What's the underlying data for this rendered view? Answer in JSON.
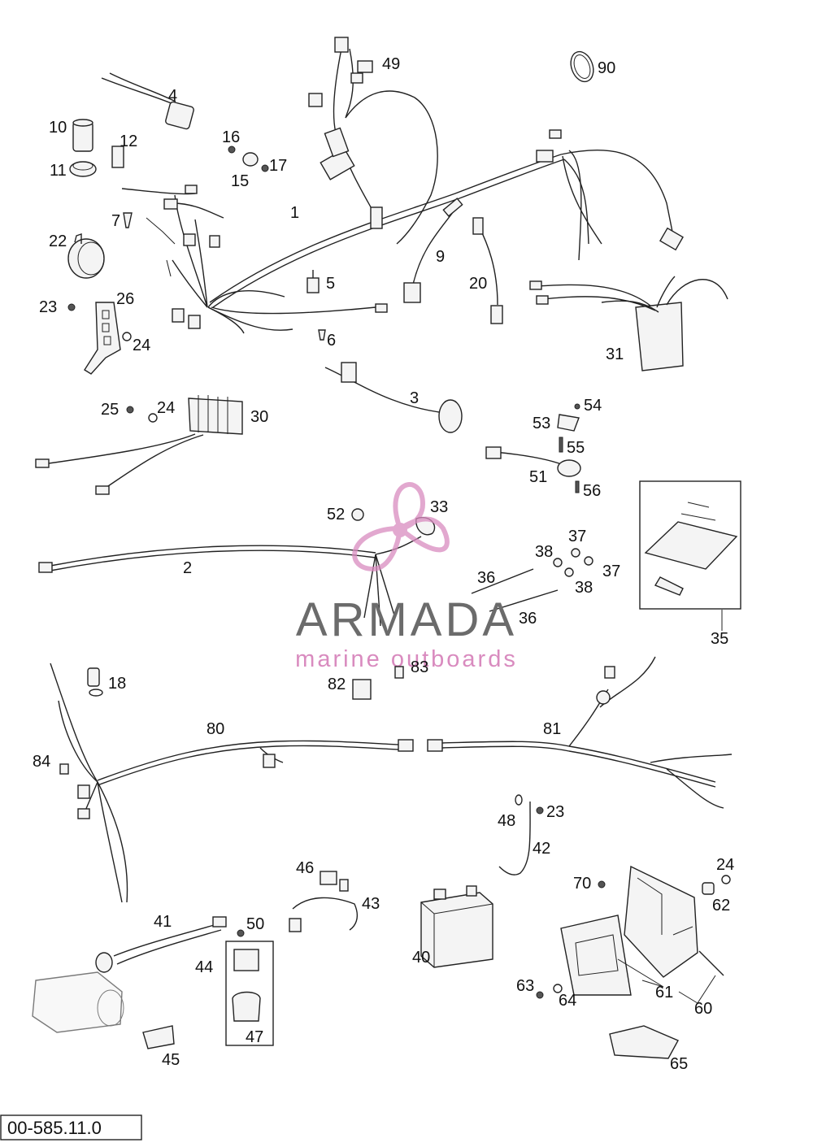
{
  "diagram": {
    "labels": [
      {
        "id": "90",
        "text": "90"
      },
      {
        "id": "49",
        "text": "49"
      },
      {
        "id": "4",
        "text": "4"
      },
      {
        "id": "10",
        "text": "10"
      },
      {
        "id": "12",
        "text": "12"
      },
      {
        "id": "11",
        "text": "11"
      },
      {
        "id": "16",
        "text": "16"
      },
      {
        "id": "17",
        "text": "17"
      },
      {
        "id": "15",
        "text": "15"
      },
      {
        "id": "1",
        "text": "1"
      },
      {
        "id": "7",
        "text": "7"
      },
      {
        "id": "22",
        "text": "22"
      },
      {
        "id": "9",
        "text": "9"
      },
      {
        "id": "20",
        "text": "20"
      },
      {
        "id": "5",
        "text": "5"
      },
      {
        "id": "23a",
        "text": "23"
      },
      {
        "id": "26",
        "text": "26"
      },
      {
        "id": "24a",
        "text": "24"
      },
      {
        "id": "6",
        "text": "6"
      },
      {
        "id": "31",
        "text": "31"
      },
      {
        "id": "3",
        "text": "3"
      },
      {
        "id": "25",
        "text": "25"
      },
      {
        "id": "24b",
        "text": "24"
      },
      {
        "id": "30",
        "text": "30"
      },
      {
        "id": "54",
        "text": "54"
      },
      {
        "id": "53",
        "text": "53"
      },
      {
        "id": "55",
        "text": "55"
      },
      {
        "id": "51",
        "text": "51"
      },
      {
        "id": "56",
        "text": "56"
      },
      {
        "id": "52",
        "text": "52"
      },
      {
        "id": "33",
        "text": "33"
      },
      {
        "id": "37a",
        "text": "37"
      },
      {
        "id": "38a",
        "text": "38"
      },
      {
        "id": "37b",
        "text": "37"
      },
      {
        "id": "38b",
        "text": "38"
      },
      {
        "id": "36a",
        "text": "36"
      },
      {
        "id": "36b",
        "text": "36"
      },
      {
        "id": "2",
        "text": "2"
      },
      {
        "id": "35",
        "text": "35"
      },
      {
        "id": "18",
        "text": "18"
      },
      {
        "id": "83",
        "text": "83"
      },
      {
        "id": "82",
        "text": "82"
      },
      {
        "id": "80",
        "text": "80"
      },
      {
        "id": "81",
        "text": "81"
      },
      {
        "id": "84",
        "text": "84"
      },
      {
        "id": "48",
        "text": "48"
      },
      {
        "id": "23b",
        "text": "23"
      },
      {
        "id": "42",
        "text": "42"
      },
      {
        "id": "24c",
        "text": "24"
      },
      {
        "id": "46",
        "text": "46"
      },
      {
        "id": "43",
        "text": "43"
      },
      {
        "id": "70",
        "text": "70"
      },
      {
        "id": "62",
        "text": "62"
      },
      {
        "id": "41",
        "text": "41"
      },
      {
        "id": "50",
        "text": "50"
      },
      {
        "id": "40",
        "text": "40"
      },
      {
        "id": "44",
        "text": "44"
      },
      {
        "id": "63",
        "text": "63"
      },
      {
        "id": "64",
        "text": "64"
      },
      {
        "id": "61",
        "text": "61"
      },
      {
        "id": "60",
        "text": "60"
      },
      {
        "id": "47",
        "text": "47"
      },
      {
        "id": "45",
        "text": "45"
      },
      {
        "id": "65",
        "text": "65"
      }
    ]
  },
  "watermark": {
    "brand": "ARMADA",
    "tagline": "marine outboards",
    "color_brand": "#6b6b6b",
    "color_accent": "#d98bbf"
  },
  "footer": {
    "drawing_code": "00-585.11.0"
  }
}
